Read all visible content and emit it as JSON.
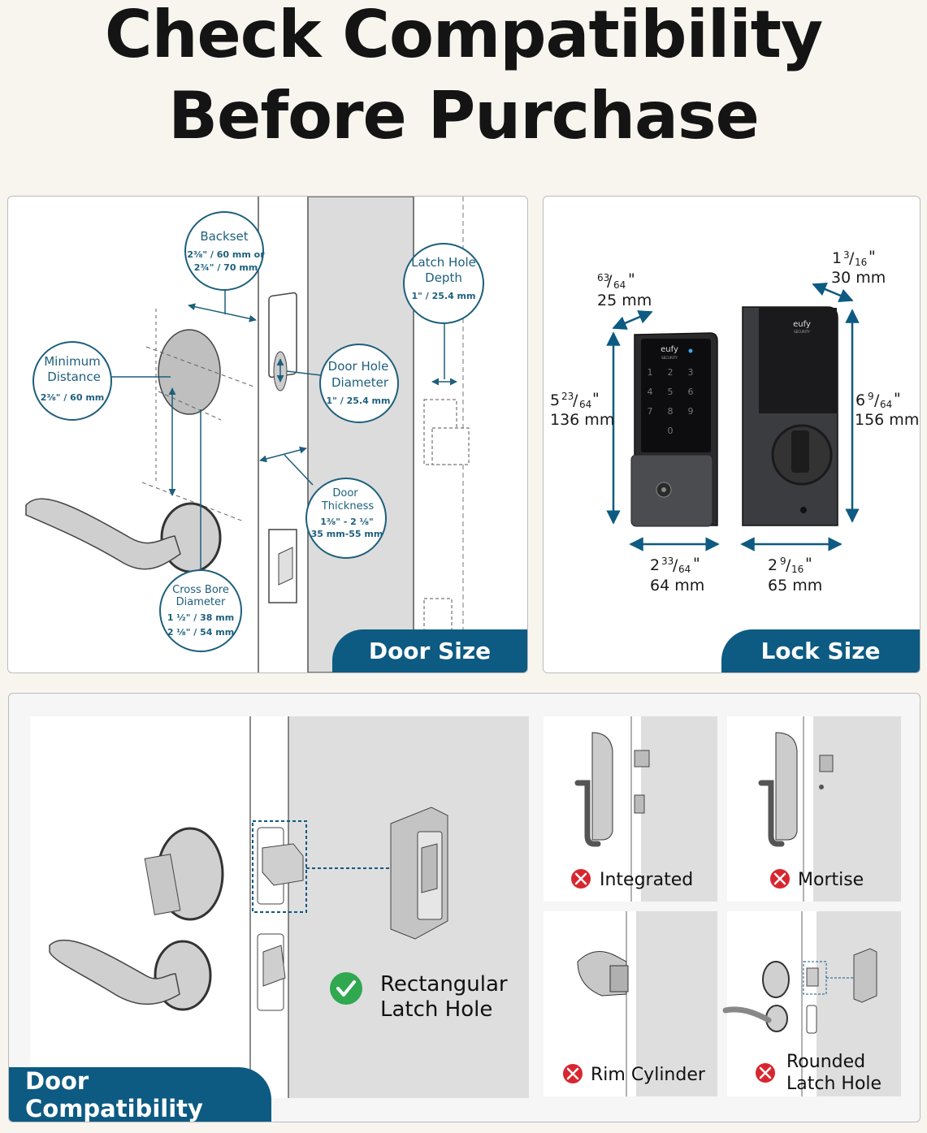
{
  "header": {
    "title_line1": "Check Compatibility",
    "title_line2": "Before Purchase"
  },
  "door_size": {
    "tab_label": "Door Size",
    "callouts": {
      "backset": {
        "title": "Backset",
        "line1": "2⅜\" / 60 mm or",
        "line2": "2¾\" / 70 mm"
      },
      "minimum_distance": {
        "title1": "Minimum",
        "title2": "Distance",
        "value": "2⅜\" / 60 mm"
      },
      "door_hole_diameter": {
        "title1": "Door Hole",
        "title2": "Diameter",
        "value": "1\" / 25.4 mm"
      },
      "latch_hole_depth": {
        "title1": "Latch Hole",
        "title2": "Depth",
        "value": "1\" / 25.4 mm"
      },
      "door_thickness": {
        "title1": "Door",
        "title2": "Thickness",
        "line1": "1⅜\" - 2 ⅛\"",
        "line2": "35 mm-55 mm"
      },
      "cross_bore_diameter": {
        "title1": "Cross Bore",
        "title2": "Diameter",
        "line1": "1 ½\" / 38 mm",
        "line2": "2 ⅛\" / 54 mm"
      }
    }
  },
  "lock_size": {
    "tab_label": "Lock Size",
    "brand": "eufy",
    "brand_sub": "SECURITY",
    "keypad_keys": [
      "1",
      "2",
      "3",
      "4",
      "5",
      "6",
      "7",
      "8",
      "9",
      "",
      "0",
      ""
    ],
    "keypad_depth": {
      "whole": "",
      "num": "63",
      "den": "64",
      "inch": "\"",
      "mm": "25 mm"
    },
    "keypad_height": {
      "whole": "5",
      "num": "23",
      "den": "64",
      "inch": "\"",
      "mm": "136 mm"
    },
    "keypad_width": {
      "whole": "2",
      "num": "33",
      "den": "64",
      "inch": "\"",
      "mm": "64 mm"
    },
    "interior_depth": {
      "whole": "1",
      "num": "3",
      "den": "16",
      "inch": "\"",
      "mm": "30 mm"
    },
    "interior_height": {
      "whole": "6",
      "num": "9",
      "den": "64",
      "inch": "\"",
      "mm": "156 mm"
    },
    "interior_width": {
      "whole": "2",
      "num": "9",
      "den": "16",
      "inch": "\"",
      "mm": "65 mm"
    }
  },
  "door_compatibility": {
    "tab_label": "Door Compatibility",
    "compatible": {
      "line1": "Rectangular",
      "line2": "Latch Hole",
      "status": "compatible"
    },
    "incompatible": [
      {
        "label": "Integrated",
        "status": "incompatible"
      },
      {
        "label": "Mortise",
        "status": "incompatible"
      },
      {
        "label": "Rim Cylinder",
        "status": "incompatible"
      },
      {
        "label1": "Rounded",
        "label2": "Latch Hole",
        "status": "incompatible"
      }
    ]
  },
  "colors": {
    "brand_blue": "#0d5a82",
    "callout_teal": "#1d5f7c",
    "check_green": "#2fa84f",
    "cross_red": "#d8262f"
  },
  "icons": [
    "check-icon",
    "cross-icon",
    "double-arrow-icon"
  ]
}
